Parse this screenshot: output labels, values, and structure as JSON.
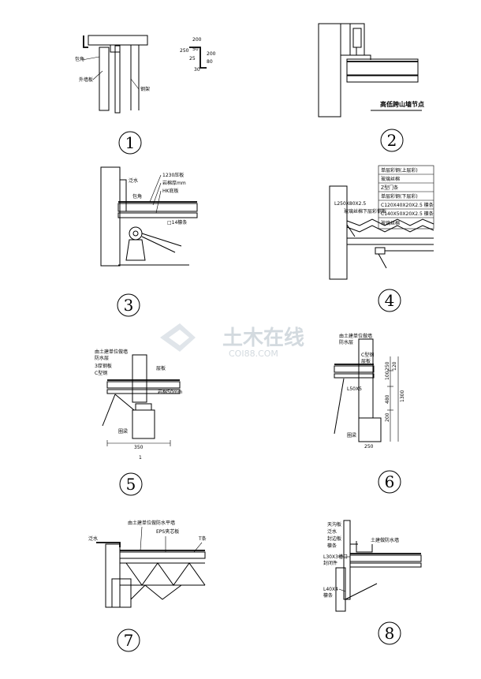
{
  "watermark": {
    "brand": "土木在线",
    "site": "COI88.COM"
  },
  "details": [
    {
      "number": "1",
      "labels": [
        "包角",
        "外墙板",
        "钢架"
      ],
      "dims": [
        "200",
        "50",
        "250",
        "200",
        "25",
        "80",
        "30"
      ]
    },
    {
      "number": "2",
      "title": "高低跨山墙节点",
      "labels": [],
      "dims": []
    },
    {
      "number": "3",
      "labels": [
        "泛水",
        "1230压板",
        "岩棉厚mm",
        "HK底板",
        "包角",
        "□14檩条"
      ],
      "dims": []
    },
    {
      "number": "4",
      "labels": [
        "单层彩钢(上层彩)",
        "玻璃丝棉",
        "Z型门条",
        "单层彩钢(下层彩)",
        "C120X40X20X2.5 檩条",
        "C140X50X20X2.5 檩条",
        "玻璃丝棉",
        "L250X80X2.5",
        "玻璃丝棉下层彩钢板"
      ],
      "dims": []
    },
    {
      "number": "5",
      "labels": [
        "由土建单位做墙",
        "防水层",
        "3厚钢板",
        "C型钢",
        "层板",
        "岩棉50mm",
        "圈梁"
      ],
      "dims": [
        "350",
        "1"
      ]
    },
    {
      "number": "6",
      "labels": [
        "由土建单位做墙",
        "防水层",
        "C型钢",
        "层板",
        "L50X5",
        "圈梁"
      ],
      "dims": [
        "250",
        "100",
        "120",
        "480",
        "200",
        "1300",
        "250"
      ]
    },
    {
      "number": "7",
      "labels": [
        "由土建单位做防水平墙",
        "泛水",
        "EPS夹芯板",
        "T条"
      ],
      "dims": []
    },
    {
      "number": "8",
      "labels": [
        "天沟板",
        "泛水",
        "封边板",
        "檩条",
        "土建做防水墙",
        "L30X3槽口",
        "封闭件",
        "L40X4",
        "檩条"
      ],
      "dims": []
    }
  ]
}
